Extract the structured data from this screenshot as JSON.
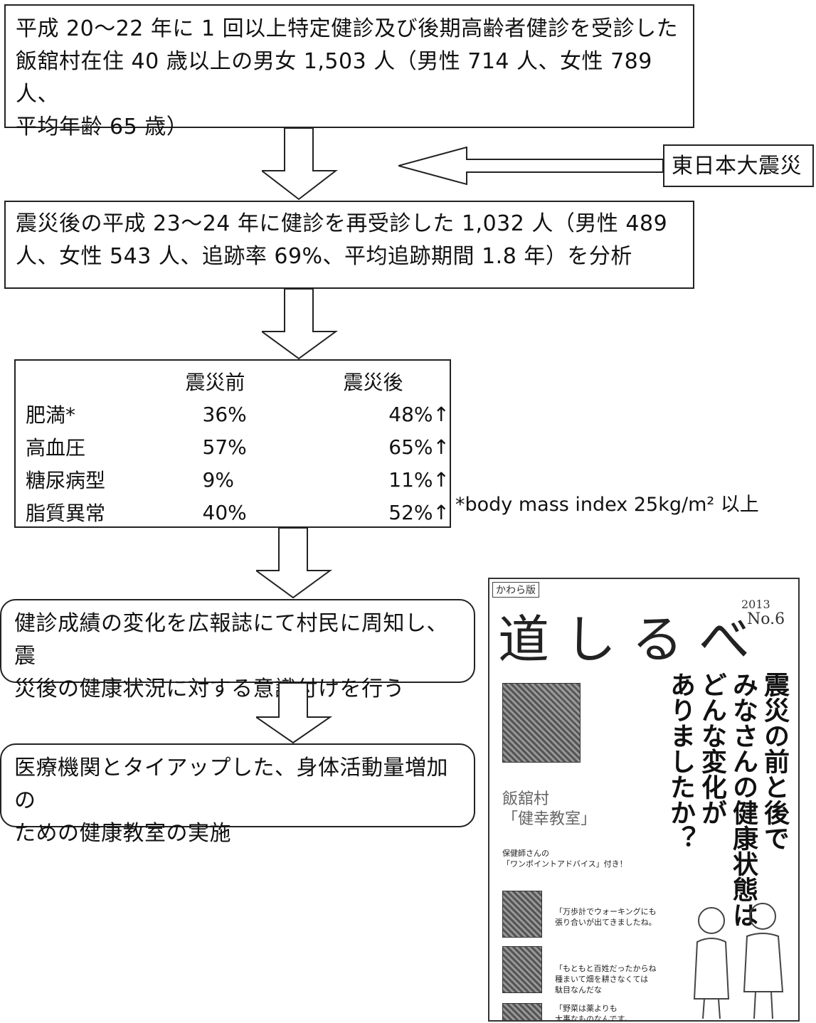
{
  "flow": {
    "box1": "平成 20〜22 年に 1 回以上特定健診及び後期高齢者健診を受診した\n飯舘村在住 40 歳以上の男女 1,503 人（男性 714 人、女性 789 人、\n平均年齢 65 歳）",
    "disaster": "東日本大震災",
    "box2": "震災後の平成 23〜24 年に健診を再受診した 1,032 人（男性 489\n人、女性 543 人、追跡率 69%、平均追跡期間 1.8 年）を分析",
    "step1": "健診成績の変化を広報誌にて村民に周知し、震\n災後の健康状況に対する意識付けを行う",
    "step2": "医療機関とタイアップした、身体活動量増加の\nための健康教室の実施"
  },
  "table": {
    "headers": [
      "震災前",
      "震災後"
    ],
    "rows": [
      {
        "label": "肥満*",
        "before": "36%",
        "after": "48%↑"
      },
      {
        "label": "高血圧",
        "before": "57%",
        "after": "65%↑"
      },
      {
        "label": "糖尿病型",
        "before": "9%",
        "after": "11%↑"
      },
      {
        "label": "脂質異常",
        "before": "40%",
        "after": "52%↑"
      }
    ],
    "footnote": "*body mass index 25kg/m² 以上"
  },
  "cover": {
    "edition": "かわら版",
    "title": "道しるべ",
    "year": "2013",
    "number": "No.6",
    "headline": "震災の前と後で\nみなさんの健康状態は\nどんな変化が\nありましたか？",
    "village": "飯舘村\n「健幸教室」",
    "advice": "保健師さんの\n「ワンポイントアドバイス」付き！",
    "quotes": [
      "「万歩計でウォーキングにも\n張り合いが出てきましたね。",
      "「もともと百姓だったからね\n種まいて畑を耕さなくては\n駄目なんだな",
      "「野菜は薬よりも\n大事なものなんです。"
    ]
  }
}
